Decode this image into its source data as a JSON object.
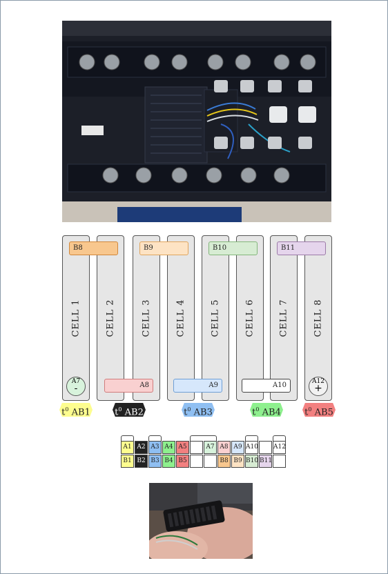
{
  "cells": [
    {
      "label": "CELL 1"
    },
    {
      "label": "CELL 2"
    },
    {
      "label": "CELL 3"
    },
    {
      "label": "CELL 4"
    },
    {
      "label": "CELL 5"
    },
    {
      "label": "CELL 6"
    },
    {
      "label": "CELL 7"
    },
    {
      "label": "CELL 8"
    }
  ],
  "top_bars": [
    {
      "label": "B8",
      "color": "#f8c78e",
      "border": "#d0863a"
    },
    {
      "label": "B9",
      "color": "#fde3c4",
      "border": "#e0a45c"
    },
    {
      "label": "B10",
      "color": "#d7ecd3",
      "border": "#82b57a"
    },
    {
      "label": "B11",
      "color": "#e5d5ec",
      "border": "#9c7aa8"
    }
  ],
  "bottom_bars": [
    {
      "label": "A8",
      "color": "#f9d0d0",
      "border": "#d07b7b"
    },
    {
      "label": "A9",
      "color": "#d6e7fb",
      "border": "#6e9fd6"
    },
    {
      "label": "A10",
      "color": "#ffffff",
      "border": "#444444"
    }
  ],
  "terminals": {
    "negative": {
      "label": "A7",
      "symbol": "-",
      "color": "#d8f3dc"
    },
    "positive": {
      "label": "A12",
      "symbol": "+",
      "color": "#f2f2f2"
    }
  },
  "sensors": [
    {
      "prefix": "t",
      "sup": "0",
      "label": "AB1",
      "color": "#fdfd8f",
      "text": "#222222"
    },
    {
      "prefix": "t",
      "sup": "0",
      "label": "AB2",
      "color": "#222222",
      "text": "#ffffff"
    },
    {
      "prefix": "t",
      "sup": "0",
      "label": "AB3",
      "color": "#8fbff2",
      "text": "#222222"
    },
    {
      "prefix": "t",
      "sup": "0",
      "label": "AB4",
      "color": "#8ef08e",
      "text": "#222222"
    },
    {
      "prefix": "t",
      "sup": "0",
      "label": "AB5",
      "color": "#f28080",
      "text": "#222222"
    }
  ],
  "connector": {
    "row_a": [
      {
        "label": "A1",
        "color": "#fdfd8f",
        "text": "#222222"
      },
      {
        "label": "A2",
        "color": "#222222",
        "text": "#ffffff"
      },
      {
        "label": "A3",
        "color": "#8fbff2",
        "text": "#222222"
      },
      {
        "label": "A4",
        "color": "#8ef08e",
        "text": "#222222"
      },
      {
        "label": "A5",
        "color": "#f28080",
        "text": "#222222"
      },
      {
        "label": "",
        "color": "#ffffff",
        "text": "#222222"
      },
      {
        "label": "A7",
        "color": "#d8f3dc",
        "text": "#222222"
      },
      {
        "label": "A8",
        "color": "#f9d0d0",
        "text": "#222222"
      },
      {
        "label": "A9",
        "color": "#d6e7fb",
        "text": "#222222"
      },
      {
        "label": "A10",
        "color": "#ffffff",
        "text": "#222222"
      },
      {
        "label": "",
        "color": "#ffffff",
        "text": "#222222"
      },
      {
        "label": "A12",
        "color": "#ffffff",
        "text": "#222222"
      }
    ],
    "row_b": [
      {
        "label": "B1",
        "color": "#fdfd8f",
        "text": "#222222"
      },
      {
        "label": "B2",
        "color": "#222222",
        "text": "#ffffff"
      },
      {
        "label": "B3",
        "color": "#8fbff2",
        "text": "#222222"
      },
      {
        "label": "B4",
        "color": "#8ef08e",
        "text": "#222222"
      },
      {
        "label": "B5",
        "color": "#f28080",
        "text": "#222222"
      },
      {
        "label": "",
        "color": "#ffffff",
        "text": "#222222"
      },
      {
        "label": "",
        "color": "#ffffff",
        "text": "#222222"
      },
      {
        "label": "B8",
        "color": "#f8c78e",
        "text": "#222222"
      },
      {
        "label": "B9",
        "color": "#fde3c4",
        "text": "#222222"
      },
      {
        "label": "B10",
        "color": "#d7ecd3",
        "text": "#222222"
      },
      {
        "label": "B11",
        "color": "#e5d5ec",
        "text": "#222222"
      },
      {
        "label": "",
        "color": "#ffffff",
        "text": "#222222"
      }
    ]
  }
}
